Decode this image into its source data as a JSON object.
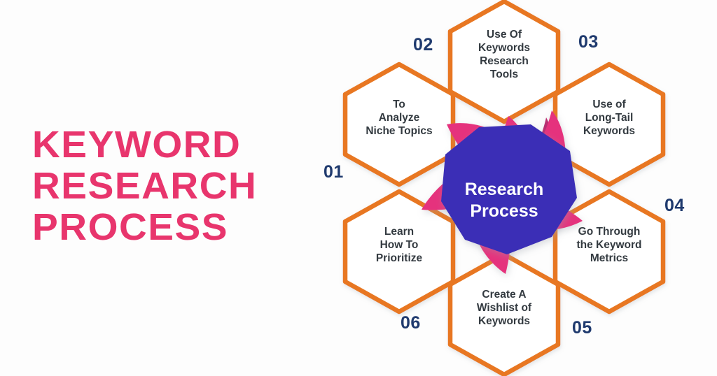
{
  "title": {
    "lines": [
      "KEYWORD",
      "RESEARCH",
      "PROCESS"
    ],
    "color": "#e8356d"
  },
  "center": {
    "label": "Research\nProcess",
    "shape": "octagon",
    "fill_color": "#3b2fb6",
    "text_color": "#ffffff",
    "blade_color": "#e5317d",
    "blade_shadow_color": "#b5256b"
  },
  "palette": {
    "background": "#fdfdfd",
    "hexagon_stroke": "#e87722",
    "hexagon_fill": "#ffffff",
    "step_number_color": "#1f3a6e",
    "hexagon_text_color": "#333a40"
  },
  "steps": [
    {
      "number": "01",
      "label": "To\nAnalyze\nNiche Topics",
      "position": "upper-left"
    },
    {
      "number": "02",
      "label": "Use Of\nKeywords\nResearch\nTools",
      "position": "top"
    },
    {
      "number": "03",
      "label": "Use of\nLong-Tail\nKeywords",
      "position": "upper-right"
    },
    {
      "number": "04",
      "label": "Go Through\nthe Keyword\nMetrics",
      "position": "lower-right"
    },
    {
      "number": "05",
      "label": "Create A\nWishlist of\nKeywords",
      "position": "bottom"
    },
    {
      "number": "06",
      "label": "Learn\nHow To\nPrioritize",
      "position": "lower-left"
    }
  ]
}
